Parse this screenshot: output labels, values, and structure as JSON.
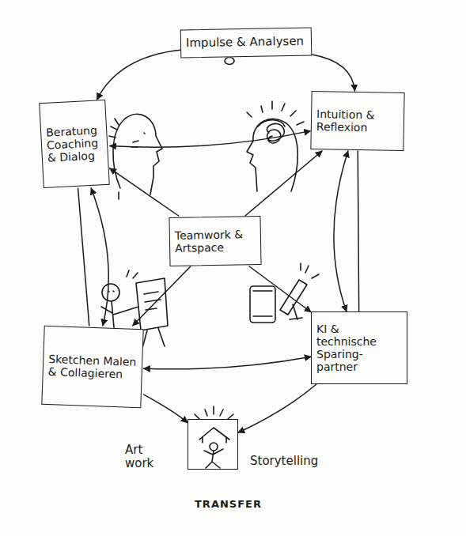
{
  "diagram": {
    "nodes": [
      {
        "text": [
          "Impulse & Analysen"
        ]
      },
      {
        "text": [
          "Beratung Coaching & Dialog"
        ]
      },
      {
        "text": [
          "Intuition & Reflexion"
        ]
      },
      {
        "text": [
          "Teamwork & Artspace"
        ]
      },
      {
        "text": [
          "Sketchen Malen & Collagieren"
        ]
      },
      {
        "text": [
          "KI & technische Sparing-partner"
        ]
      },
      {
        "text": [
          "Art work",
          "Storytelling",
          "TRANSFER"
        ]
      }
    ],
    "edges": [
      {
        "from": 0,
        "to": 1,
        "arrow": "to"
      },
      {
        "from": 0,
        "to": 2,
        "arrow": "to"
      },
      {
        "from": 1,
        "to": 2,
        "arrow": "both"
      },
      {
        "from": 3,
        "to": 1,
        "arrow": "to"
      },
      {
        "from": 3,
        "to": 2,
        "arrow": "to"
      },
      {
        "from": 3,
        "to": 4,
        "arrow": "to"
      },
      {
        "from": 3,
        "to": 5,
        "arrow": "to"
      },
      {
        "from": 1,
        "to": 4,
        "arrow": "both"
      },
      {
        "from": 2,
        "to": 5,
        "arrow": "both"
      },
      {
        "from": 4,
        "to": 5,
        "arrow": "both"
      },
      {
        "from": 4,
        "to": 6,
        "arrow": "to"
      },
      {
        "from": 5,
        "to": 6,
        "arrow": "to"
      },
      {
        "from": 1,
        "to": 4,
        "arrow": "none"
      },
      {
        "from": 2,
        "to": 5,
        "arrow": "none"
      }
    ]
  }
}
